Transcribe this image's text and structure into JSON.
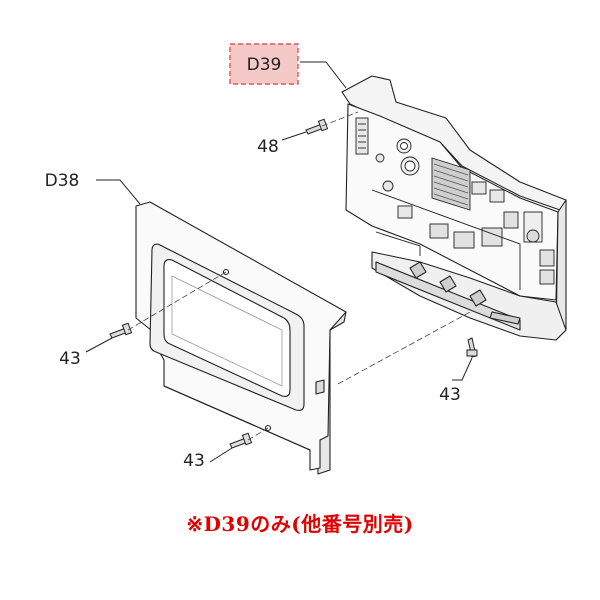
{
  "callouts": {
    "d39": "D39",
    "d38": "D38",
    "screw_48": "48",
    "screw_43_left": "43",
    "screw_43_right": "43",
    "screw_43_bottom": "43"
  },
  "note": "※D39のみ(他番号別売)",
  "colors": {
    "highlight_fill": "#f6c9c9",
    "highlight_border": "#d85a5a",
    "note_text": "#e00000",
    "line": "#222222"
  }
}
